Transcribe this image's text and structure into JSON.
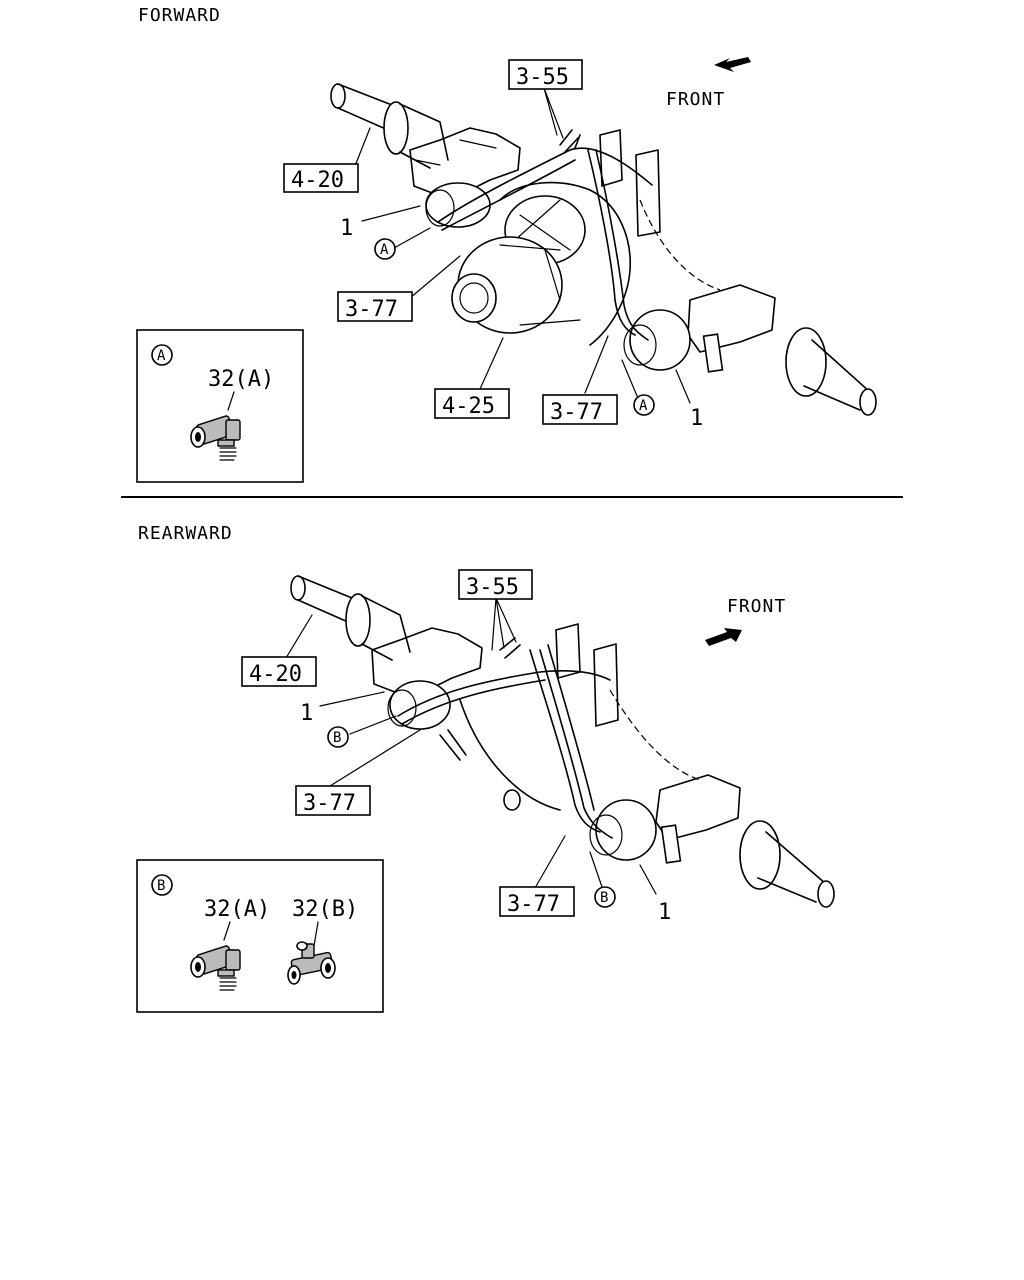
{
  "sections": {
    "forward": {
      "title": "FORWARD",
      "front_label": "FRONT",
      "refs": {
        "r355": "3-55",
        "r420": "4-20",
        "r377a": "3-77",
        "r425": "4-25",
        "r377b": "3-77"
      },
      "numbers": {
        "n1a": "1",
        "n1b": "1"
      },
      "callouts": {
        "ca1": "A",
        "ca2": "A"
      },
      "inset": {
        "letter": "A",
        "part_label": "32(A)"
      }
    },
    "rearward": {
      "title": "REARWARD",
      "front_label": "FRONT",
      "refs": {
        "r355": "3-55",
        "r420": "4-20",
        "r377a": "3-77",
        "r377b": "3-77"
      },
      "numbers": {
        "n1a": "1",
        "n1b": "1"
      },
      "callouts": {
        "cb1": "B",
        "cb2": "B"
      },
      "inset": {
        "letter": "B",
        "part_label_a": "32(A)",
        "part_label_b": "32(B)"
      }
    }
  },
  "icons": [
    "front-arrow-icon",
    "elbow-fitting-icon",
    "tee-fitting-icon"
  ],
  "colors": {
    "ink": "#000000",
    "paper": "#ffffff"
  }
}
